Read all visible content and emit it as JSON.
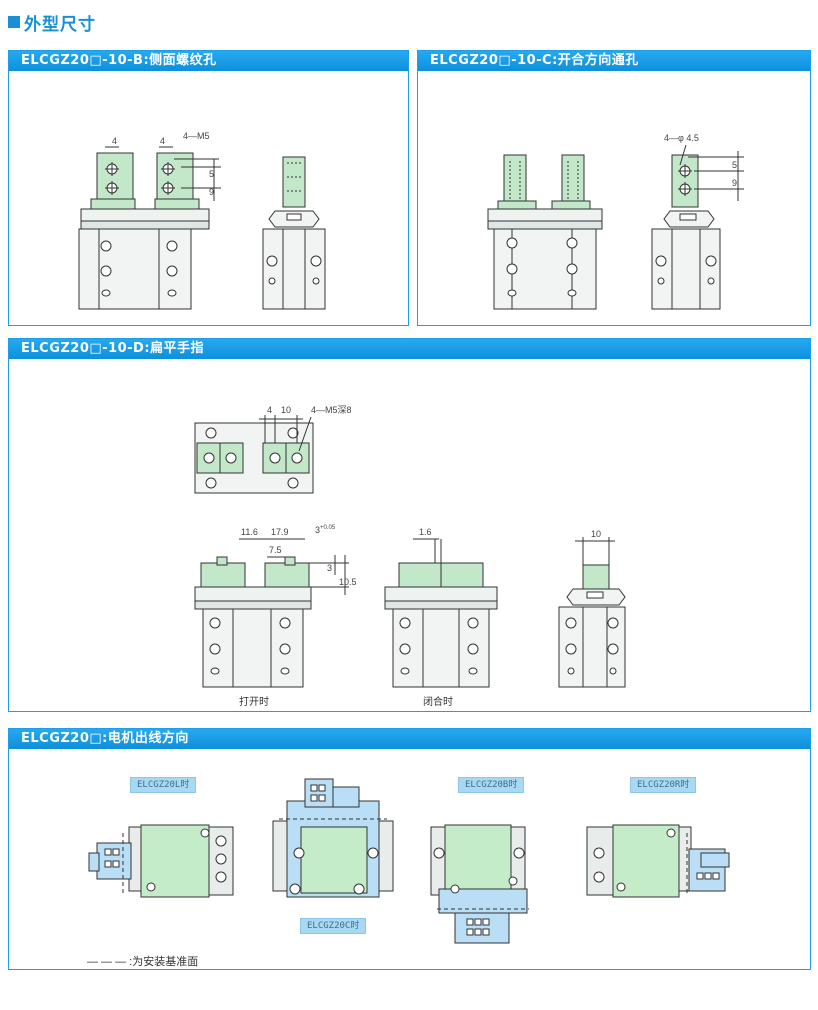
{
  "page": {
    "title": "外型尺寸"
  },
  "section_b": {
    "header": "ELCGZ20□-10-B:侧面螺纹孔",
    "dim_left": "4",
    "dim_right": "4",
    "dim_hole": "4—M5",
    "dim_v1": "5",
    "dim_v2": "9"
  },
  "section_c": {
    "header": "ELCGZ20□-10-C:开合方向通孔",
    "dim_hole": "4—φ 4.5",
    "dim_v1": "5",
    "dim_v2": "9"
  },
  "section_d": {
    "header": "ELCGZ20□-10-D:扁平手指",
    "top_dim_1": "4",
    "top_dim_2": "10",
    "top_hole": "4—M5深8",
    "open_dim_1": "11.6",
    "open_dim_2": "17.9",
    "open_dim_3": "7.5",
    "open_dim_4": "3",
    "open_dim_4_sup": "+0.05",
    "open_dim_5": "3",
    "open_dim_6": "10.5",
    "closed_dim": "1.6",
    "side_dim": "10",
    "caption_open": "打开时",
    "caption_closed": "闭合时"
  },
  "section_e": {
    "header": "ELCGZ20□:电机出线方向",
    "tag_l": "ELCGZ20L时",
    "tag_c": "ELCGZ20C时",
    "tag_b": "ELCGZ20B时",
    "tag_r": "ELCGZ20R时",
    "legend": "— — — :为安装基准面"
  },
  "colors": {
    "accent": "#1f9ee8",
    "finger_green": "#bfe6c7",
    "body_gray": "#e8eceb",
    "motor_green": "#c5ecc9",
    "connector_blue": "#b9def6"
  }
}
